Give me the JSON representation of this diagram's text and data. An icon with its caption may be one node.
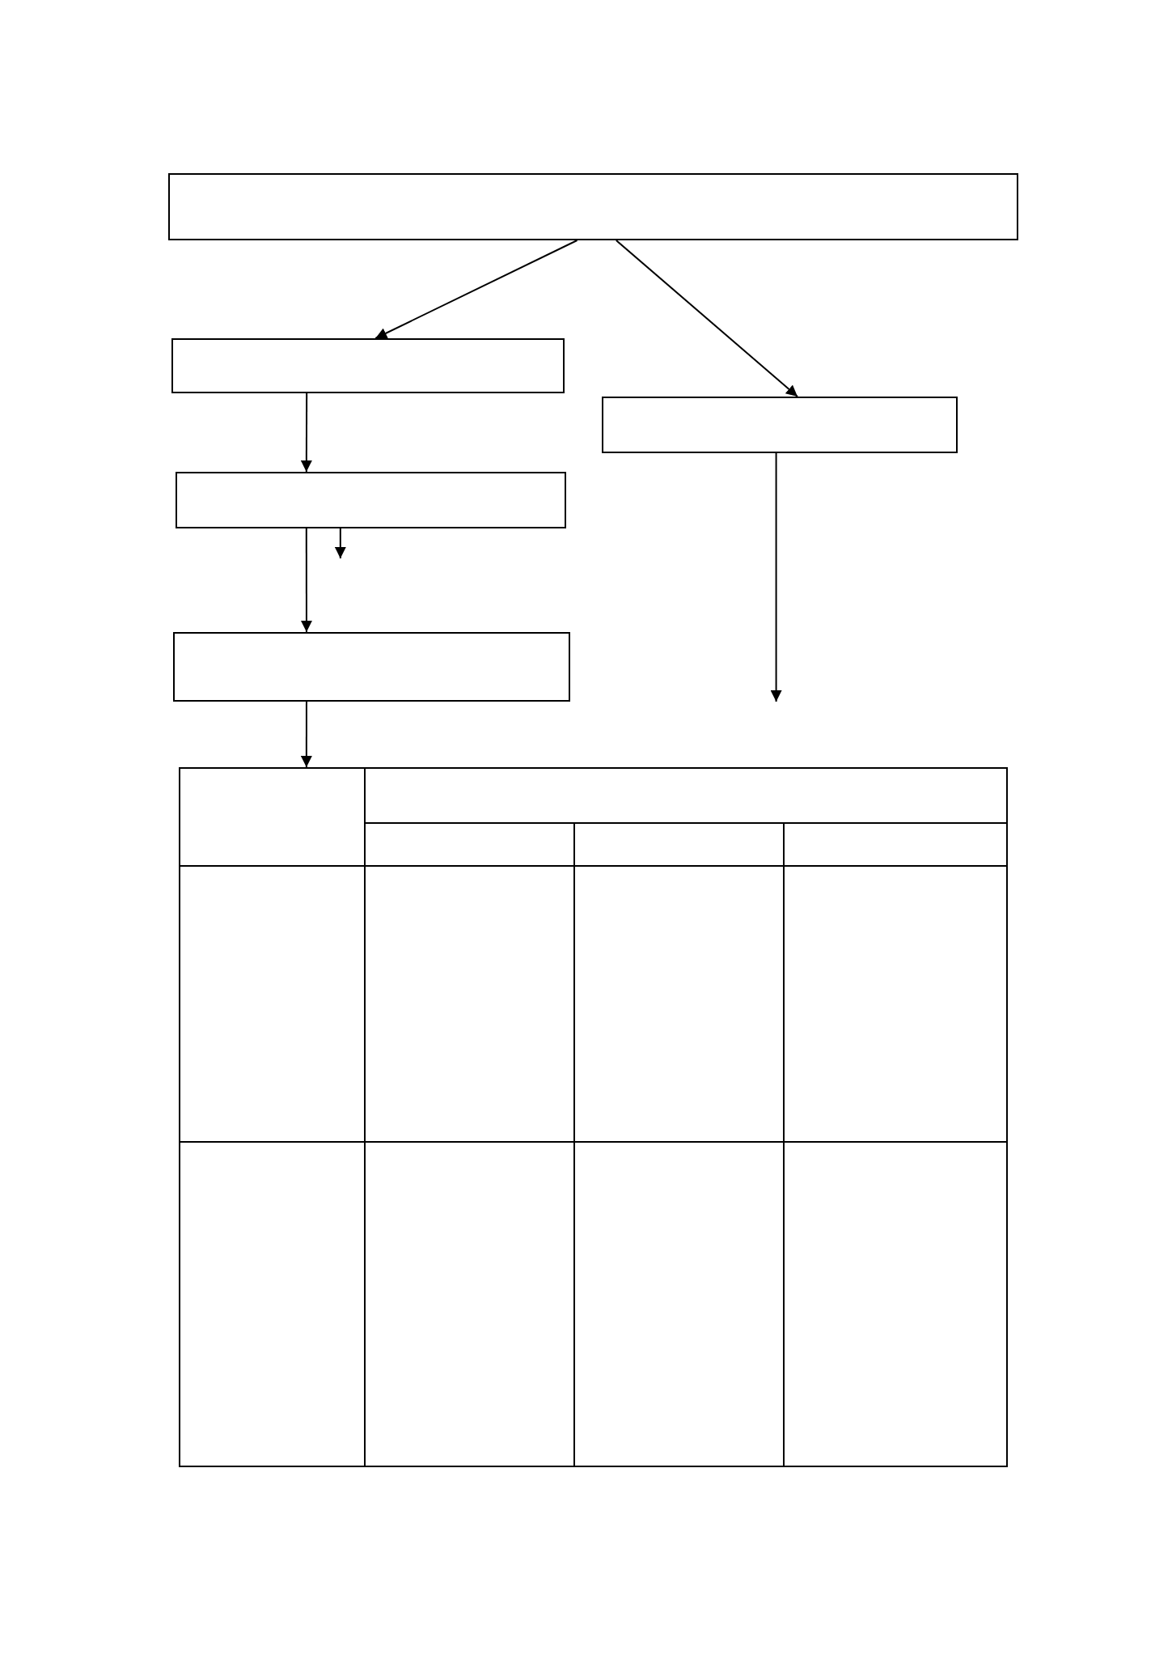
{
  "diagram": {
    "nodes": [
      {
        "text": [],
        "shape": "box"
      },
      {
        "text": [],
        "shape": "box"
      },
      {
        "text": [],
        "shape": "box"
      },
      {
        "text": [],
        "shape": "box"
      },
      {
        "text": [],
        "shape": "box"
      },
      {
        "text": [],
        "shape": "table"
      }
    ],
    "edges": [
      {
        "from": 0,
        "to": 1,
        "arrow": "to"
      },
      {
        "from": 0,
        "to": 2,
        "arrow": "to"
      },
      {
        "from": 1,
        "to": 3,
        "arrow": "to"
      },
      {
        "from": 3,
        "to": null,
        "arrow": "to"
      },
      {
        "from": 3,
        "to": 4,
        "arrow": "to"
      },
      {
        "from": 4,
        "to": 5,
        "arrow": "to"
      },
      {
        "from": 2,
        "to": null,
        "arrow": "to"
      }
    ]
  }
}
